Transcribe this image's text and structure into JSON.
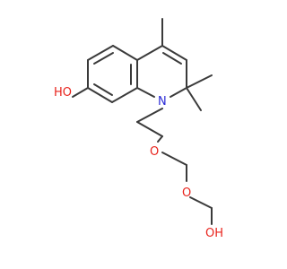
{
  "molecule": {
    "atoms": {
      "hydroxyl_phenol": "HO",
      "ring_nitrogen": "N",
      "ether_oxygen_1": "O",
      "ether_oxygen_2": "O",
      "hydroxyl_terminal": "OH"
    },
    "colors": {
      "bond": "#3a3a3a",
      "oxygen": "#e8231c",
      "nitrogen": "#2a2ad6",
      "background": "#ffffff"
    }
  }
}
